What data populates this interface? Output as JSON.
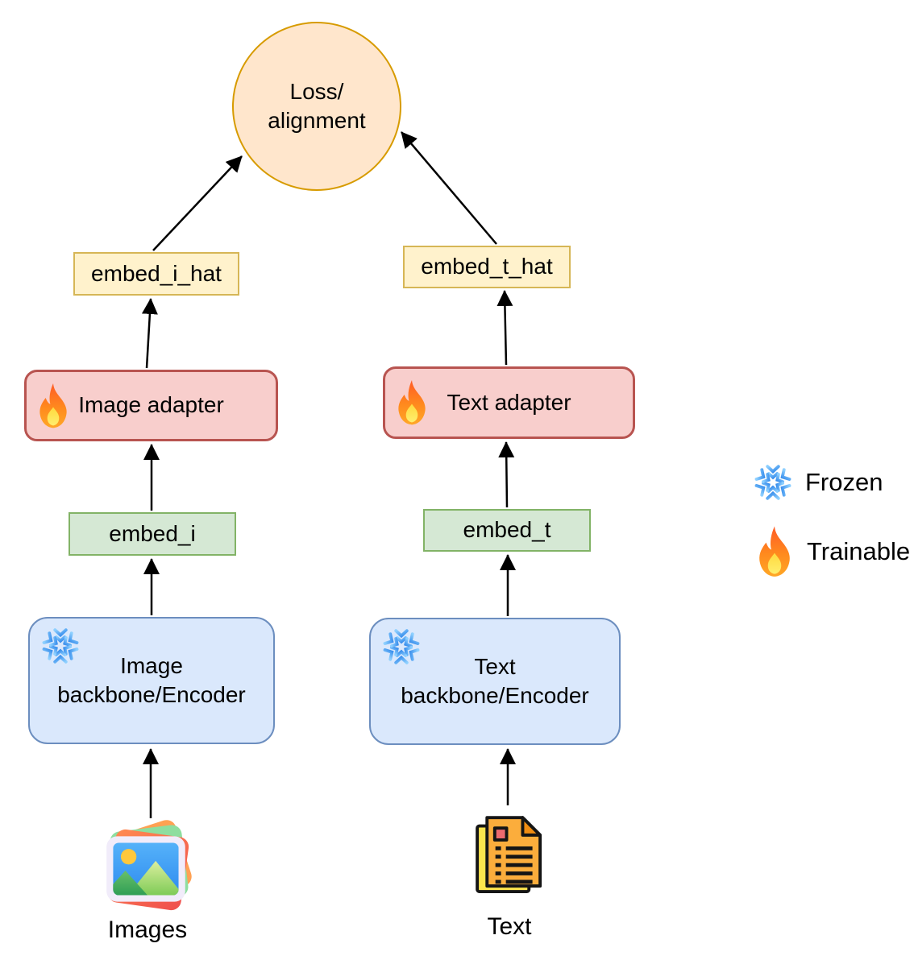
{
  "nodes": {
    "loss": {
      "line1": "Loss/",
      "line2": "alignment"
    },
    "embed_i_hat": {
      "label": "embed_i_hat"
    },
    "image_adapter": {
      "label": "Image adapter"
    },
    "embed_i": {
      "label": "embed_i"
    },
    "image_backbone": {
      "label": "Image backbone/Encoder"
    },
    "images_input": {
      "label": "Images"
    },
    "embed_t_hat": {
      "label": "embed_t_hat"
    },
    "text_adapter": {
      "label": "Text adapter"
    },
    "embed_t": {
      "label": "embed_t"
    },
    "text_backbone": {
      "label": "Text backbone/Encoder"
    },
    "text_input": {
      "label": "Text"
    }
  },
  "legend": {
    "frozen_label": "Frozen",
    "trainable_label": "Trainable",
    "frozen_icon": "snowflake-icon",
    "trainable_icon": "flame-icon"
  },
  "colors": {
    "loss_fill": "#FFE6CC",
    "loss_border": "#D79B00",
    "embed_hat_fill": "#FFF2CC",
    "embed_hat_border": "#D6B656",
    "adapter_fill": "#F8CECC",
    "adapter_border": "#B85450",
    "embed_fill": "#D5E8D4",
    "embed_border": "#82B366",
    "backbone_fill": "#DAE8FC",
    "backbone_border": "#6C8EBF",
    "arrow": "#000000"
  }
}
